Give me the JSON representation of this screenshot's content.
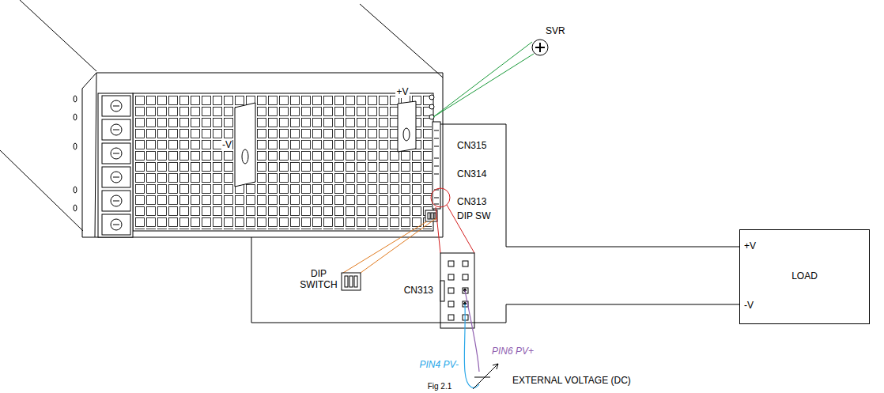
{
  "diagram": {
    "caption": "Fig 2.1",
    "nodes": [
      {
        "text": [
          "+V",
          "LOAD",
          "-V"
        ]
      }
    ],
    "labels": [
      "SVR",
      "+V",
      "-V",
      "CN315",
      "CN314",
      "CN313",
      "DIP SW",
      "DIP SWITCH",
      "CN313",
      "PIN4 PV-",
      "PIN6 PV+",
      "EXTERNAL VOLTAGE (DC)"
    ]
  }
}
